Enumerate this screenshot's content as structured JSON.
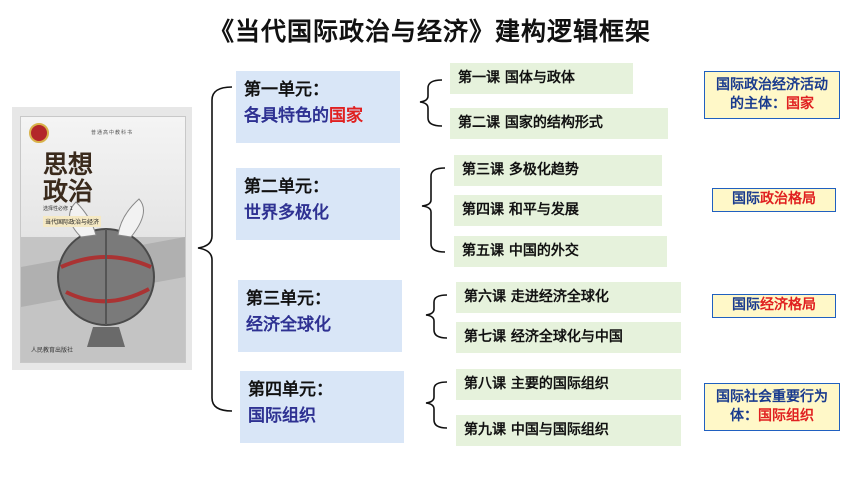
{
  "title": "《当代国际政治与经济》建构逻辑框架",
  "cover": {
    "top_text": "普通高中教科书",
    "title": "思想政治",
    "sub": "选择性必修 1",
    "sub2": "当代国际政治与经济",
    "publisher": "人民教育出版社"
  },
  "units": [
    {
      "label": "第一单元：",
      "name_pre": "各具特色的",
      "name_red": "国家"
    },
    {
      "label": "第二单元：",
      "name_pre": "世界多极化",
      "name_red": ""
    },
    {
      "label": "第三单元：",
      "name_pre": "经济全球化",
      "name_red": ""
    },
    {
      "label": "第四单元：",
      "name_pre": "国际组织",
      "name_red": ""
    }
  ],
  "lessons": [
    "第一课  国体与政体",
    "第二课  国家的结构形式",
    "第三课  多极化趋势",
    "第四课  和平与发展",
    "第五课  中国的外交",
    "第六课  走进经济全球化",
    "第七课  经济全球化与中国",
    "第八课  主要的国际组织",
    "第九课  中国与国际组织"
  ],
  "side_labels": [
    {
      "pre": "国际政治经济活动的主体：",
      "red": "国家"
    },
    {
      "pre": "国际",
      "red": "政治格局"
    },
    {
      "pre": "国际",
      "red": "经济格局"
    },
    {
      "pre": "国际社会重要行为体：",
      "red": "国际组织"
    }
  ],
  "colors": {
    "accent_red": "#e02020",
    "unit_bg": "#d9e6f7",
    "lesson_bg": "#e6f2dc",
    "side_border": "#2060c0"
  }
}
